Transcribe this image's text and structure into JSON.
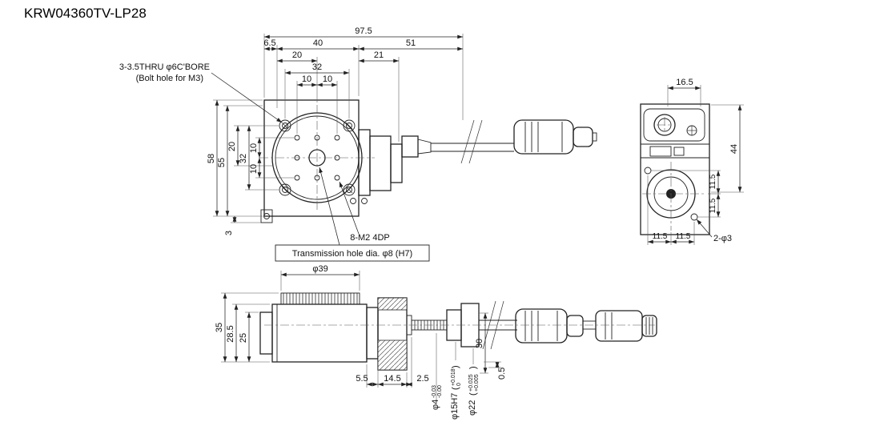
{
  "title": "KRW04360TV-LP28",
  "front": {
    "callout_bolt": "3-3.5THRU φ6C'BORE",
    "callout_bolt2": "(Bolt hole for M3)",
    "callout_tap": "8-M2 4DP",
    "callout_trans": "Transmission hole dia. φ8 (H7)",
    "d_total_w": "97.5",
    "d_left": "6.5",
    "d_stage": "40",
    "d_right": "51",
    "d20h": "20",
    "d21": "21",
    "d32h": "32",
    "d10a": "10",
    "d10b": "10",
    "d58": "58",
    "d55": "55",
    "d20v": "20",
    "d32v": "32",
    "d10c": "10",
    "d10d": "10",
    "d3": "3"
  },
  "side": {
    "d165": "16.5",
    "d44": "44",
    "d115ru": "11.5",
    "d115rl": "11.5",
    "d115bl": "11.5",
    "d115br": "11.5",
    "holes": "2-φ3"
  },
  "bottom": {
    "d39": "φ39",
    "d35": "35",
    "d285": "28.5",
    "d25": "25",
    "d55": "5.5",
    "d145": "14.5",
    "d25b": "2.5",
    "d30": "30",
    "d05": "0.5",
    "shaft": "φ4",
    "shaft_tu": "-0.03",
    "shaft_tl": "-0.00",
    "pilot": "φ15H7",
    "pilot_tu": "+0.018",
    "pilot_tl": "0",
    "flange": "φ22",
    "flange_tu": "+0.025",
    "flange_tl": "+0.005",
    "paren_l": "(",
    "paren_r": ")"
  }
}
